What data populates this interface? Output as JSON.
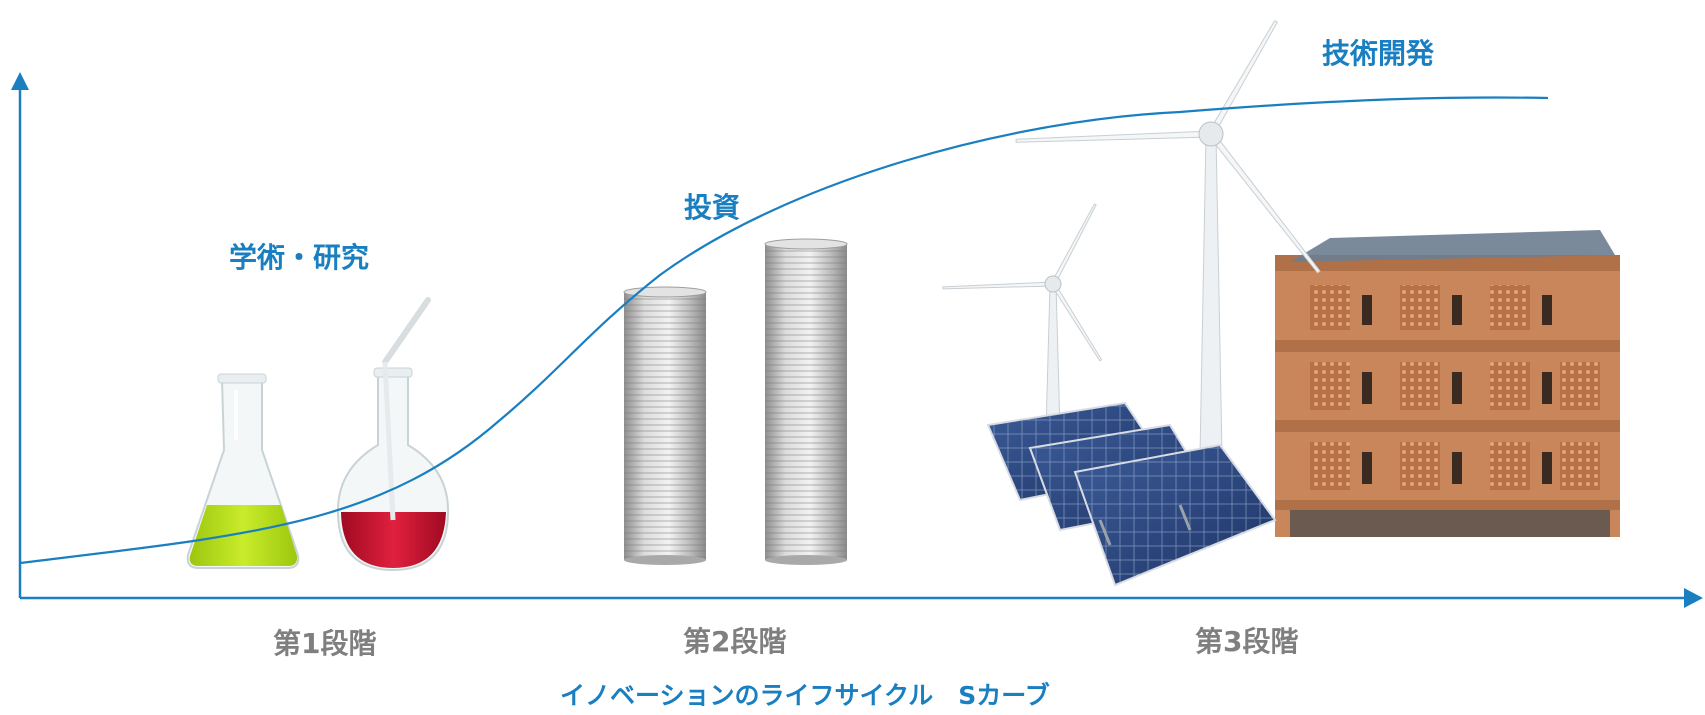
{
  "colors": {
    "accent": "#1a7fc1",
    "label_gray": "#7f7f7f",
    "liquid_green": "#b2dc14",
    "liquid_red": "#c8102e",
    "coin": "#c4c4c4",
    "solar_panel": "#2c4a80",
    "building": "#c8865a"
  },
  "phases": [
    {
      "label": "学術・研究",
      "illustration": "laboratory-flasks"
    },
    {
      "label": "投資",
      "illustration": "coin-stacks"
    },
    {
      "label": "技術開発",
      "illustration": "wind-turbines-solar-panels-building"
    }
  ],
  "stages": [
    "第1段階",
    "第2段階",
    "第3段階"
  ],
  "caption": "イノベーションのライフサイクル　Sカーブ"
}
